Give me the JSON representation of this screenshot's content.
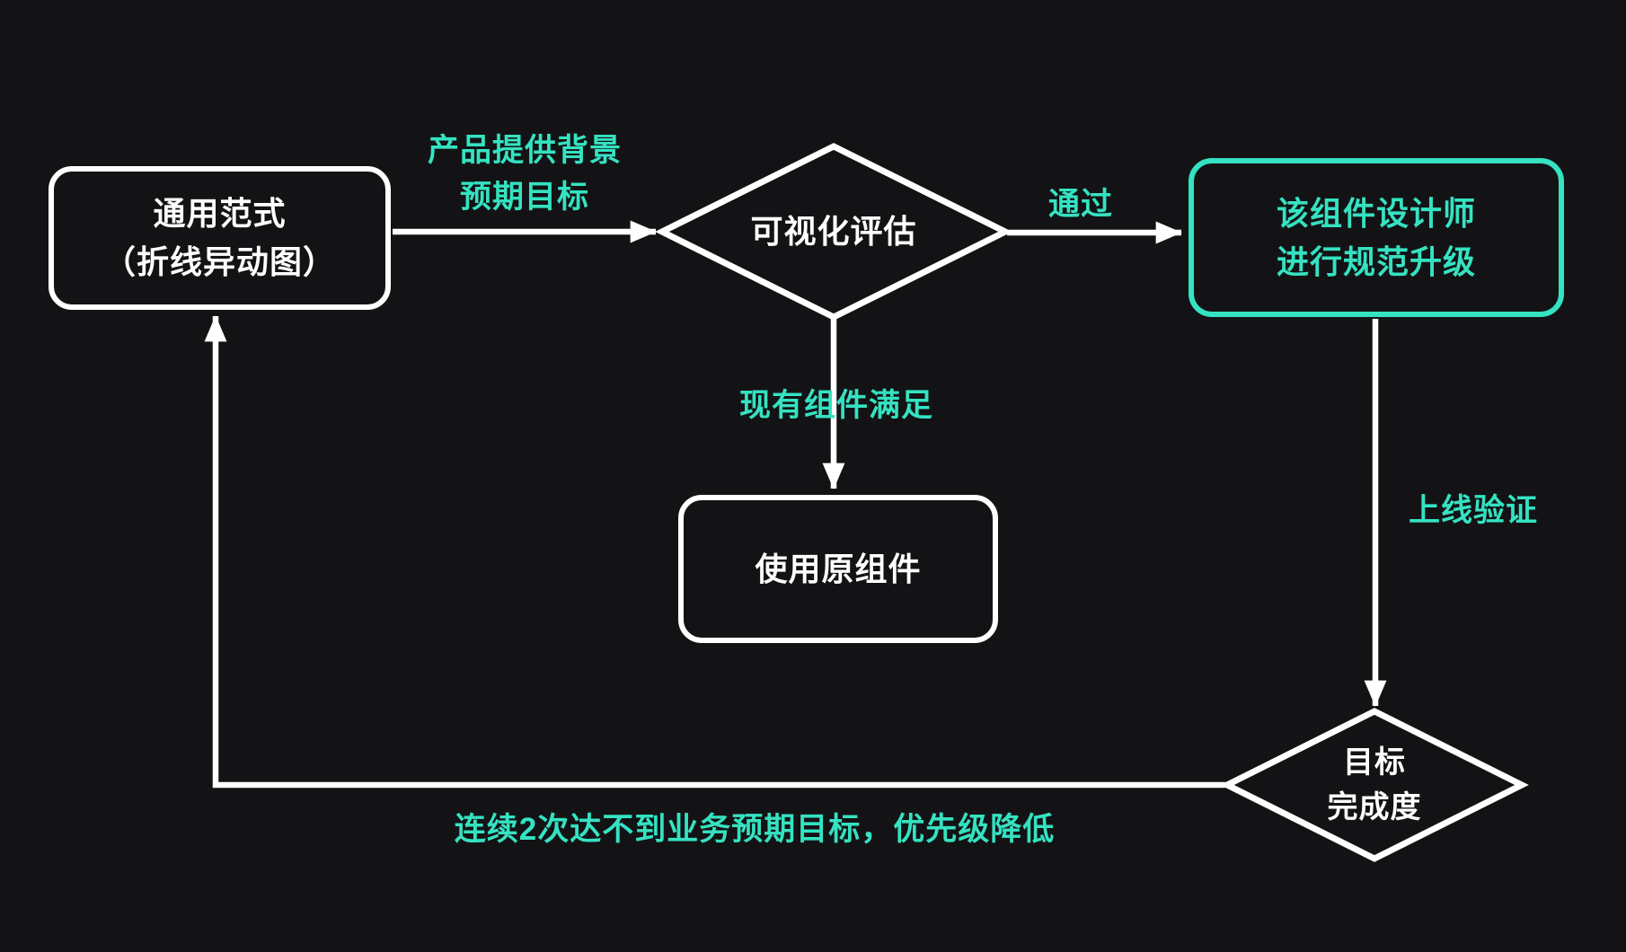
{
  "colors": {
    "bg": "#131315",
    "line": "#ffffff",
    "accent": "#35e2c1"
  },
  "nodes": {
    "start": {
      "line1": "通用范式",
      "line2": "（折线异动图）"
    },
    "evaluate": {
      "label": "可视化评估"
    },
    "upgrade": {
      "line1": "该组件设计师",
      "line2": "进行规范升级"
    },
    "use_original": {
      "label": "使用原组件"
    },
    "goal": {
      "line1": "目标",
      "line2": "完成度"
    }
  },
  "edges": {
    "context": {
      "line1": "产品提供背景",
      "line2": "预期目标"
    },
    "pass": {
      "label": "通过"
    },
    "satisfied": {
      "label": "现有组件满足"
    },
    "verify": {
      "label": "上线验证"
    },
    "fallback": {
      "label": "连续2次达不到业务预期目标，优先级降低"
    }
  }
}
